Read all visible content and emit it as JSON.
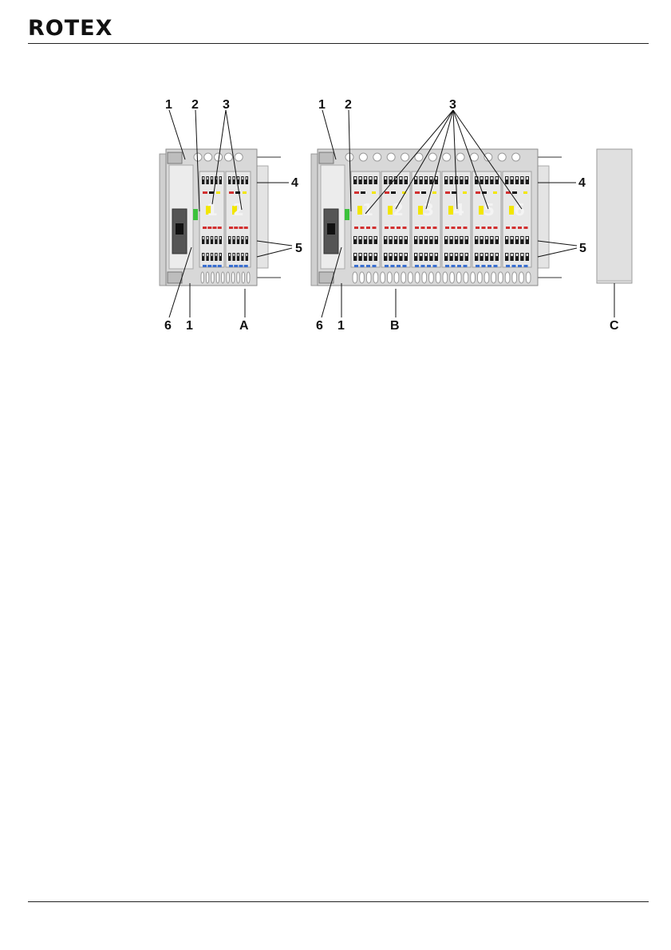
{
  "header": {
    "logo": "ROTEX"
  },
  "figure": {
    "callouts": {
      "unit_a": {
        "top": [
          "1",
          "2",
          "3"
        ],
        "right": [
          "4",
          "5"
        ],
        "bottom": [
          "6",
          "1",
          "A"
        ]
      },
      "unit_b": {
        "top": [
          "1",
          "2",
          "3"
        ],
        "right": [
          "4",
          "5"
        ],
        "bottom": [
          "6",
          "1",
          "B"
        ]
      },
      "cover": {
        "bottom": "C"
      }
    },
    "module_numbers_a": [
      "1",
      "2"
    ],
    "module_numbers_b": [
      "1",
      "2",
      "3",
      "4",
      "5",
      "6"
    ],
    "colors": {
      "housing": "#d8d8d8",
      "terminal_black": "#1a1a1a",
      "led_yellow": "#f2e600",
      "led_green": "#3cc23c",
      "marker_red": "#d23030",
      "marker_blue": "#3a6fd0"
    }
  }
}
